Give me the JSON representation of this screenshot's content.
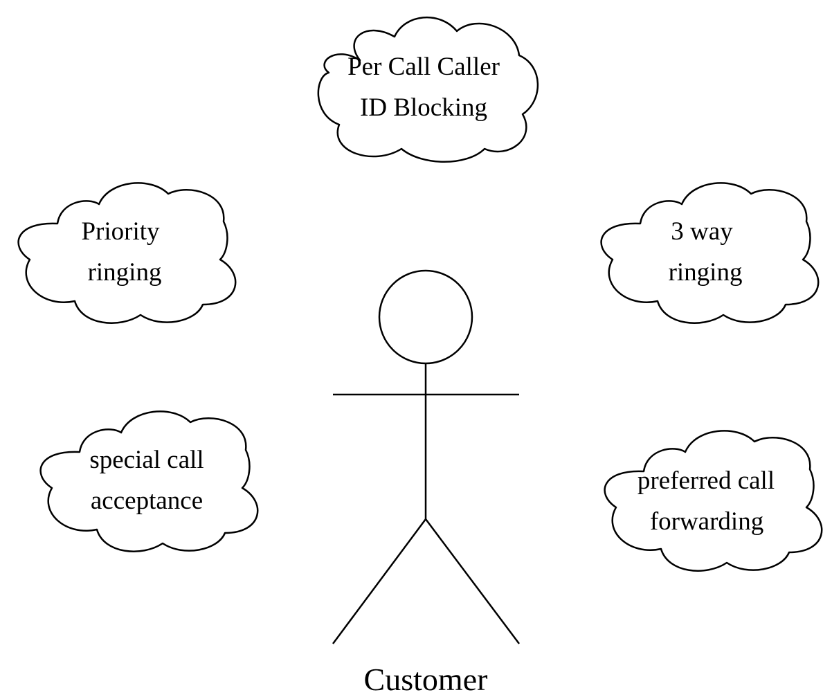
{
  "diagram": {
    "actor": {
      "label": "Customer"
    },
    "features": [
      {
        "id": "caller-id-blocking",
        "lines": [
          "Per Call Caller",
          "ID Blocking"
        ]
      },
      {
        "id": "priority-ringing",
        "lines": [
          "Priority",
          "ringing"
        ]
      },
      {
        "id": "three-way-ringing",
        "lines": [
          "3 way",
          "ringing"
        ]
      },
      {
        "id": "special-call-acceptance",
        "lines": [
          "special call",
          "acceptance"
        ]
      },
      {
        "id": "preferred-call-forwarding",
        "lines": [
          "preferred call",
          "forwarding"
        ]
      }
    ]
  }
}
